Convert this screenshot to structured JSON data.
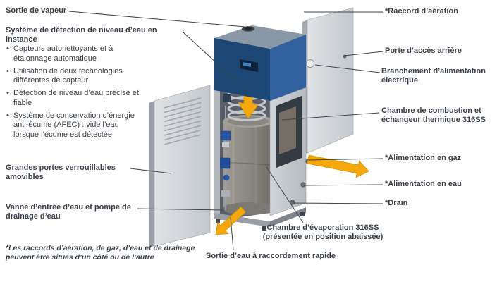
{
  "diagram": {
    "left": {
      "steam_outlet": "Sortie de vapeur",
      "detection_heading": "Système de détection de niveau d’eau en instance",
      "detection_features": [
        "Capteurs autonettoyants et à étalonnage automatique",
        "Utilisation de deux technologies différentes de capteur",
        "Détection de niveau d’eau précise et fiable",
        "Système de conservation d’énergie anti-écume (AFEC) : vide l’eau lorsque l’écume est détectée"
      ],
      "doors": "Grandes portes verrouillables amovibles",
      "inlet_valve_pump": "Vanne d’entrée d’eau et pompe de drainage d’eau",
      "footnote": "*Les raccords d’aération, de gaz, d’eau et de drainage peuvent être situés d’un côté ou de l’autre"
    },
    "right": {
      "vent_connection": "*Raccord d’aération",
      "rear_access_door": "Porte d’accès arrière",
      "electrical_connection": "Branchement d’alimentation électrique",
      "combustion_chamber": "Chambre de combustion et échangeur thermique 316SS",
      "gas_supply": "*Alimentation en gaz",
      "water_supply": "*Alimentation en eau",
      "drain": "*Drain"
    },
    "bottom": {
      "evaporation_chamber": "Chambre d’évaporation 316SS (présentée en position abaissée)",
      "water_outlet": "Sortie d’eau à raccordement rapide"
    },
    "colors": {
      "label_text": "#3a4047",
      "leader_line": "#3f454b",
      "cabinet_blue_front": "#1c4775",
      "cabinet_blue_side": "#31629f",
      "panel_gray": "#c9ced2",
      "arrow_yellow": "#f5a80c"
    }
  }
}
